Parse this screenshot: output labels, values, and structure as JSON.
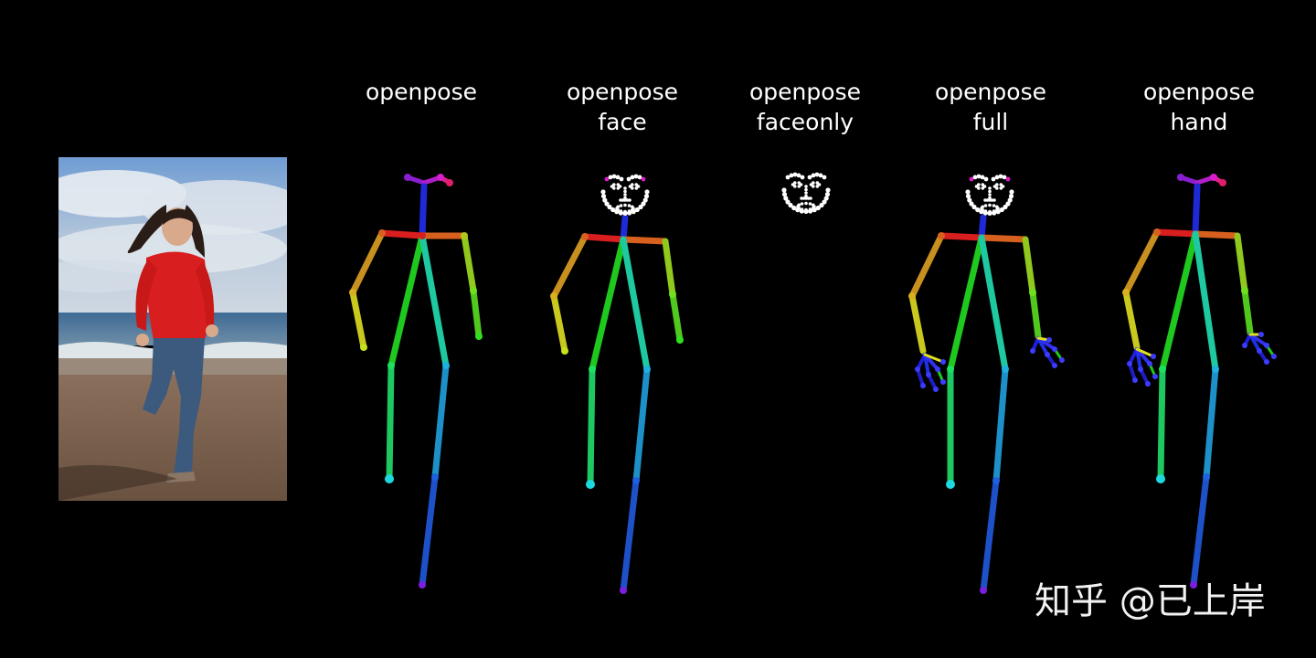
{
  "labels": [
    {
      "line1": "openpose",
      "line2": ""
    },
    {
      "line1": "openpose",
      "line2": "face"
    },
    {
      "line1": "openpose",
      "line2": "faceonly"
    },
    {
      "line1": "openpose",
      "line2": "full"
    },
    {
      "line1": "openpose",
      "line2": "hand"
    }
  ],
  "watermark": "知乎 @已上岸",
  "colors": {
    "background": "#000000",
    "text": "#ffffff",
    "face_points": "#ffffff"
  }
}
